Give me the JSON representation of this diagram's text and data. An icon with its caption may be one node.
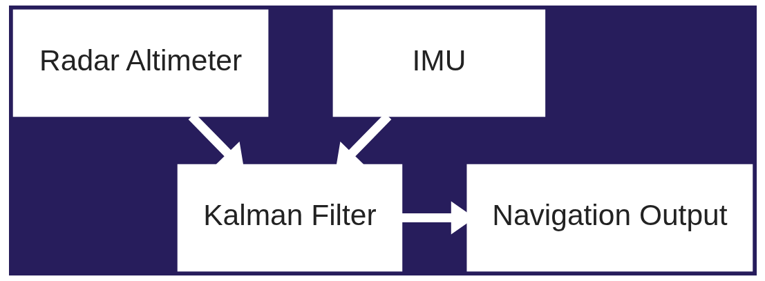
{
  "diagram": {
    "nodes": [
      {
        "text": [
          "Radar Altimeter"
        ]
      },
      {
        "text": [
          "IMU"
        ]
      },
      {
        "text": [
          "Kalman Filter"
        ]
      },
      {
        "text": [
          "Navigation Output"
        ]
      }
    ],
    "edges": [
      {
        "from": 0,
        "to": 2,
        "arrow": "to"
      },
      {
        "from": 1,
        "to": 2,
        "arrow": "to"
      },
      {
        "from": 2,
        "to": 3,
        "arrow": "to"
      }
    ]
  }
}
